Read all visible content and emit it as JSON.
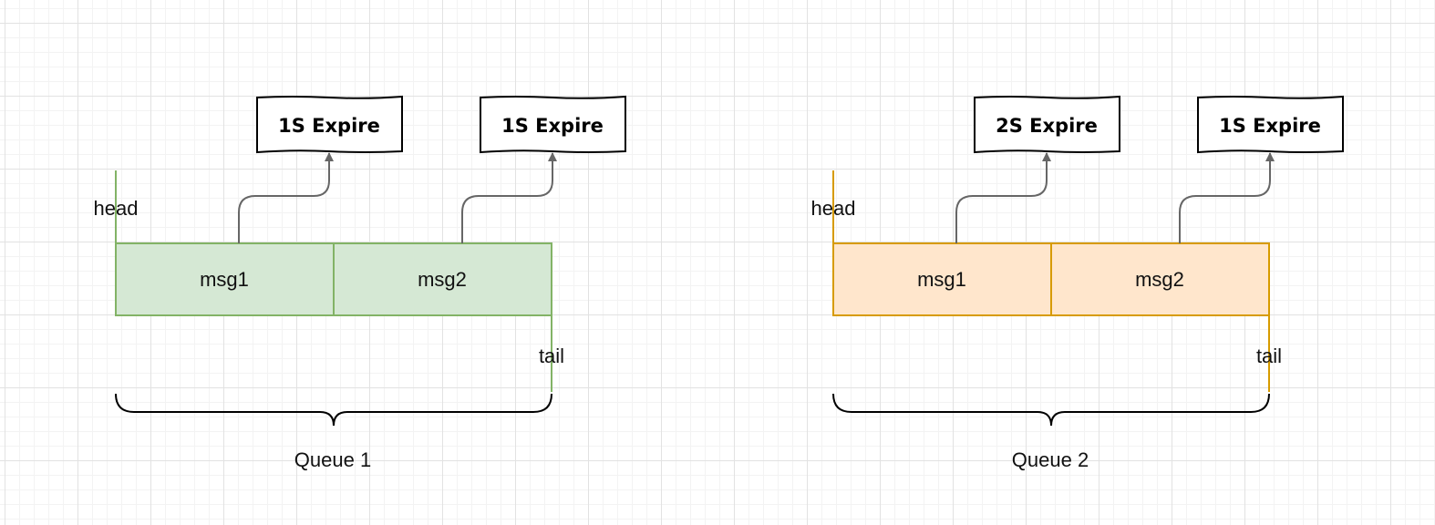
{
  "queues": [
    {
      "title": "Queue 1",
      "head_label": "head",
      "tail_label": "tail",
      "stroke_color": "#82b366",
      "fill_color": "#d5e8d4",
      "messages": [
        {
          "label": "msg1",
          "expire": "1S Expire"
        },
        {
          "label": "msg2",
          "expire": "1S Expire"
        }
      ]
    },
    {
      "title": "Queue 2",
      "head_label": "head",
      "tail_label": "tail",
      "stroke_color": "#d79b00",
      "fill_color": "#ffe6cc",
      "messages": [
        {
          "label": "msg1",
          "expire": "2S Expire"
        },
        {
          "label": "msg2",
          "expire": "1S Expire"
        }
      ]
    }
  ],
  "colors": {
    "arrow": "#666666",
    "brace": "#000000",
    "expire_border": "#000000"
  }
}
